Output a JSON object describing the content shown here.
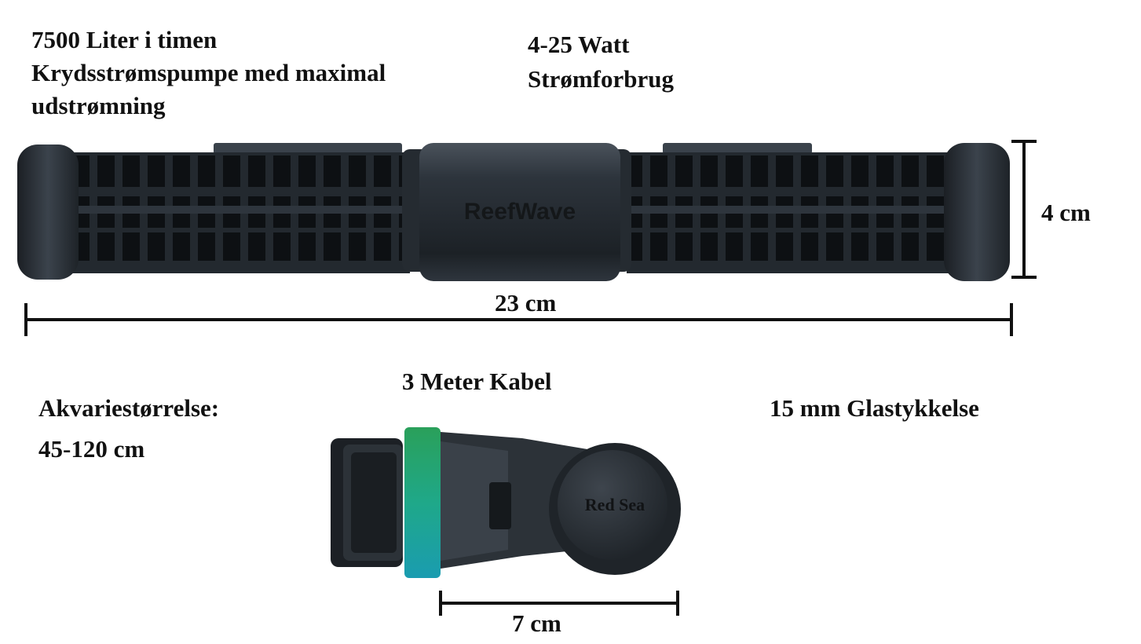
{
  "specs": {
    "flow_line1": "7500 Liter i timen",
    "flow_line2": "Krydsstrømspumpe med maximal",
    "flow_line3": "udstrømning",
    "power_line1": "4-25 Watt",
    "power_line2": "Strømforbrug",
    "height": "4 cm",
    "length": "23 cm",
    "cable": "3 Meter Kabel",
    "tank_line1": "Akvariestørrelse:",
    "tank_line2": "45-120 cm",
    "glass": "15 mm Glastykkelse",
    "magnet_width": "7 cm"
  },
  "brands": {
    "pump_logo": "ReefWave",
    "magnet_logo": "Red Sea"
  },
  "colors": {
    "pump_body": "#2b3138",
    "pump_dark": "#1a1e23",
    "cable_green": "#1fa889",
    "cable_teal": "#1a9cb0"
  }
}
